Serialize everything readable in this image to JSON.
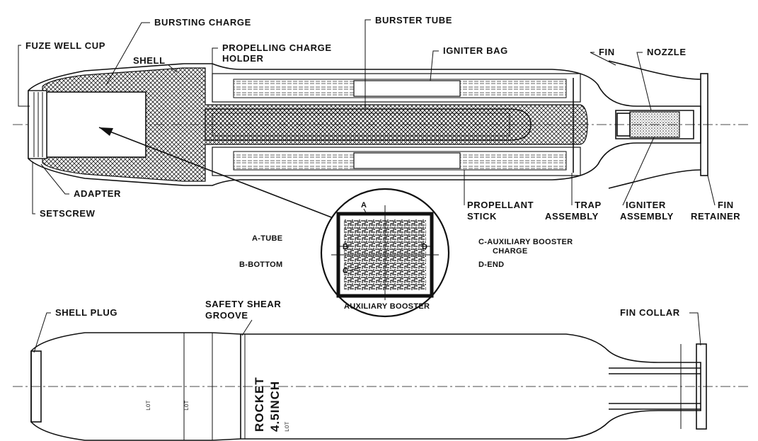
{
  "top_view": {
    "labels": {
      "fuze_well_cup": "FUZE WELL CUP",
      "bursting_charge": "BURSTING CHARGE",
      "shell": "SHELL",
      "propelling_charge_holder_1": "PROPELLING CHARGE",
      "propelling_charge_holder_2": "HOLDER",
      "burster_tube": "BURSTER TUBE",
      "igniter_bag": "IGNITER BAG",
      "fin": "FIN",
      "nozzle": "NOZZLE",
      "adapter": "ADAPTER",
      "setscrew": "SETSCREW",
      "propellant_stick_1": "PROPELLANT",
      "propellant_stick_2": "STICK",
      "trap_assembly_1": "TRAP",
      "trap_assembly_2": "ASSEMBLY",
      "igniter_assembly_1": "IGNITER",
      "igniter_assembly_2": "ASSEMBLY",
      "fin_retainer_1": "FIN",
      "fin_retainer_2": "RETAINER"
    }
  },
  "booster_detail": {
    "caption": "AUXILIARY BOOSTER",
    "marker_a": "A",
    "marker_b": "B",
    "marker_c": "C",
    "marker_d": "D",
    "legend": {
      "a": "A-TUBE",
      "b": "B-BOTTOM",
      "c_1": "C-AUXILIARY BOOSTER",
      "c_2": "CHARGE",
      "d": "D-END"
    }
  },
  "bottom_view": {
    "labels": {
      "shell_plug": "SHELL PLUG",
      "safety_shear_groove_1": "SAFETY SHEAR",
      "safety_shear_groove_2": "GROOVE",
      "fin_collar": "FIN COLLAR"
    },
    "stamp": {
      "line1": "ROCKET",
      "line2": "4.5INCH",
      "lot": "LOT"
    }
  },
  "colors": {
    "ink": "#111111",
    "paper": "#ffffff"
  }
}
